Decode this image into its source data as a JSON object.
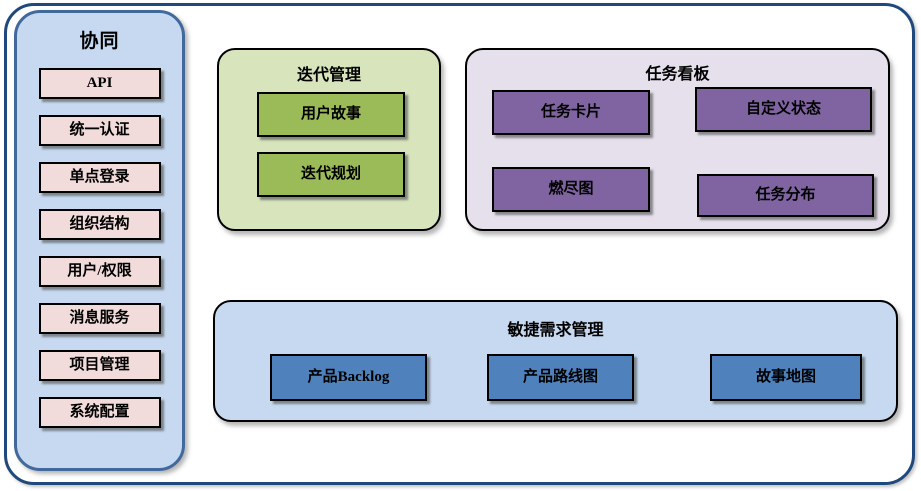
{
  "colors": {
    "frame-border": "#1F497D",
    "sidebar-fill": "#C6D9F0",
    "sidebar-border": "#41699C",
    "sidebar-item-fill": "#F2DCDB",
    "iteration-fill": "#D7E4BC",
    "iteration-item-fill": "#9BBB59",
    "kanban-fill": "#E6E0EC",
    "kanban-item-fill": "#8064A2",
    "requirements-fill": "#C6D9F0",
    "requirements-item-fill": "#4F81BD",
    "item-border": "#000000"
  },
  "sidebar": {
    "title": "协同",
    "items": [
      "API",
      "统一认证",
      "单点登录",
      "组织结构",
      "用户/权限",
      "消息服务",
      "项目管理",
      "系统配置"
    ]
  },
  "iteration_panel": {
    "title": "迭代管理",
    "items": [
      "用户故事",
      "迭代规划"
    ]
  },
  "kanban_panel": {
    "title": "任务看板",
    "items": [
      "任务卡片",
      "自定义状态",
      "燃尽图",
      "任务分布"
    ]
  },
  "requirements_panel": {
    "title": "敏捷需求管理",
    "items": [
      "产品Backlog",
      "产品路线图",
      "故事地图"
    ]
  }
}
